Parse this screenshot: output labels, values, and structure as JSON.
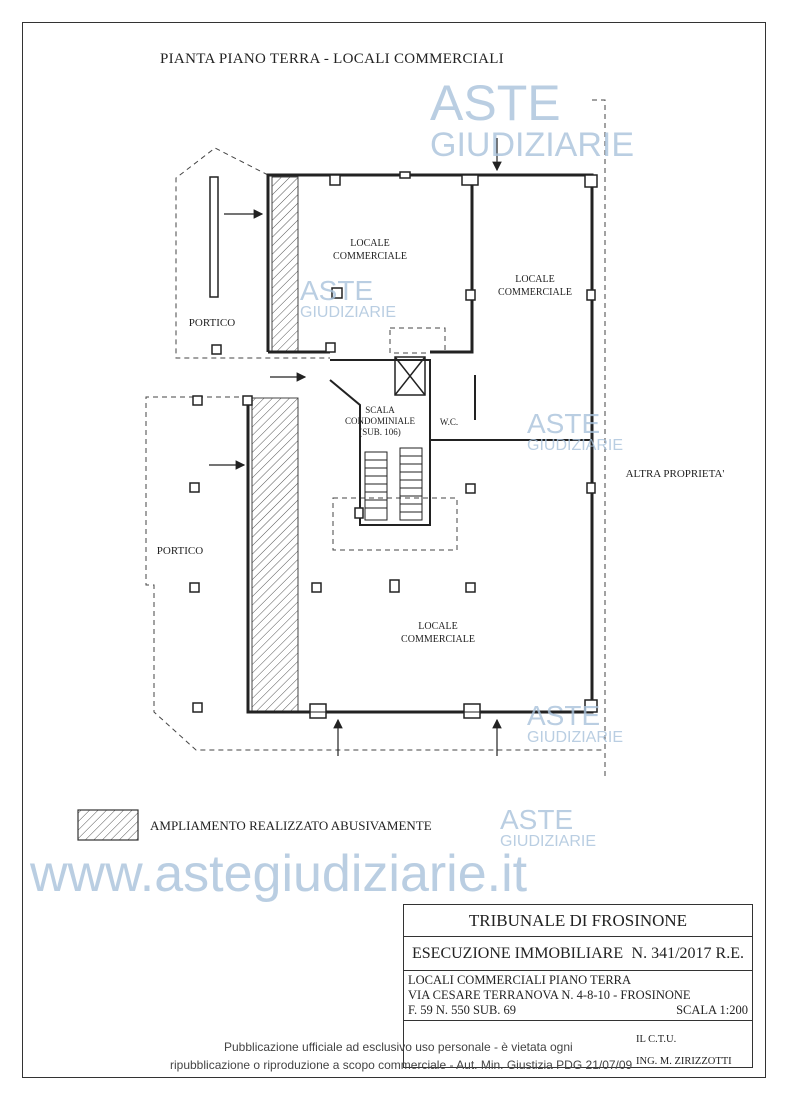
{
  "drawing": {
    "title": "PIANTA PIANO TERRA - LOCALI COMMERCIALI",
    "rooms": {
      "locale_upper_left": [
        "LOCALE",
        "COMMERCIALE"
      ],
      "locale_upper_right": [
        "LOCALE",
        "COMMERCIALE"
      ],
      "locale_lower": [
        "LOCALE",
        "COMMERCIALE"
      ],
      "scala": [
        "SCALA",
        "CONDOMINIALE",
        "(SUB. 106)"
      ],
      "wc": "W.C.",
      "portico_upper": "PORTICO",
      "portico_lower": "PORTICO",
      "altra_proprieta": "ALTRA PROPRIETA'"
    },
    "legend": "AMPLIAMENTO REALIZZATO ABUSIVAMENTE"
  },
  "watermark": {
    "line1": "ASTE",
    "line2": "GIUDIZIARIE",
    "site": "www.astegiudiziarie.it",
    "color": "#a9c3dc"
  },
  "title_block": {
    "court": "TRIBUNALE DI FROSINONE",
    "procedure": "ESECUZIONE IMMOBILIARE",
    "procedure_number": "N. 341/2017 R.E.",
    "line1": "LOCALI COMMERCIALI PIANO TERRA",
    "line2": "VIA CESARE TERRANOVA N. 4-8-10 -  FROSINONE",
    "line3": "F. 59 N. 550 SUB. 69",
    "scale": "SCALA 1:200",
    "ctu_label": "IL C.T.U.",
    "ctu_name": "ING. M. ZIRIZZOTTI"
  },
  "footer": {
    "line1": "Pubblicazione ufficiale ad esclusivo uso personale - è vietata ogni",
    "line2": "ripubblicazione o riproduzione a scopo commerciale - Aut. Min. Giustizia PDG 21/07/09"
  }
}
